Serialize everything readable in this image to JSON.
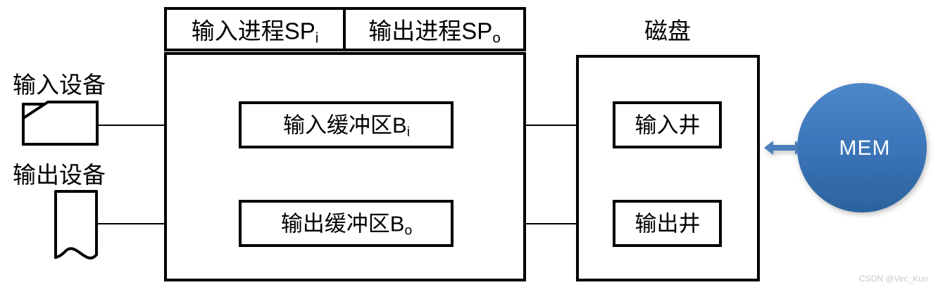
{
  "diagram": {
    "title_hidden": "",
    "palette": {
      "stroke": "#000000",
      "thin_stroke": "#000000",
      "background": "#ffffff",
      "mem_fill_top": "#4a86c8",
      "mem_fill_bottom": "#2a6199",
      "mem_text": "#ffffff",
      "arrow_blue": "#4a7ebb",
      "watermark": "#c8c8c8"
    },
    "process_box": {
      "name": "spooling-process-box",
      "header_cells": [
        {
          "id": "sp-input",
          "text": "输入进程SP",
          "sub": "i"
        },
        {
          "id": "sp-output",
          "text": "输出进程SP",
          "sub": "o"
        }
      ],
      "buffers": [
        {
          "id": "input-buffer",
          "text": "输入缓冲区B",
          "sub": "i"
        },
        {
          "id": "output-buffer",
          "text": "输出缓冲区B",
          "sub": "o"
        }
      ]
    },
    "disk_box": {
      "name": "disk-box",
      "title": "磁盘",
      "wells": [
        {
          "id": "input-well",
          "text": "输入井"
        },
        {
          "id": "output-well",
          "text": "输出井"
        }
      ]
    },
    "devices": [
      {
        "id": "input-device",
        "label": "输入设备",
        "shape": "punched-card"
      },
      {
        "id": "output-device",
        "label": "输出设备",
        "shape": "document"
      }
    ],
    "memory": {
      "id": "memory-node",
      "label": "MEM",
      "shape": "circle",
      "connector": "double-headed-arrow"
    },
    "watermark": "CSDN @Vec_Kun"
  }
}
